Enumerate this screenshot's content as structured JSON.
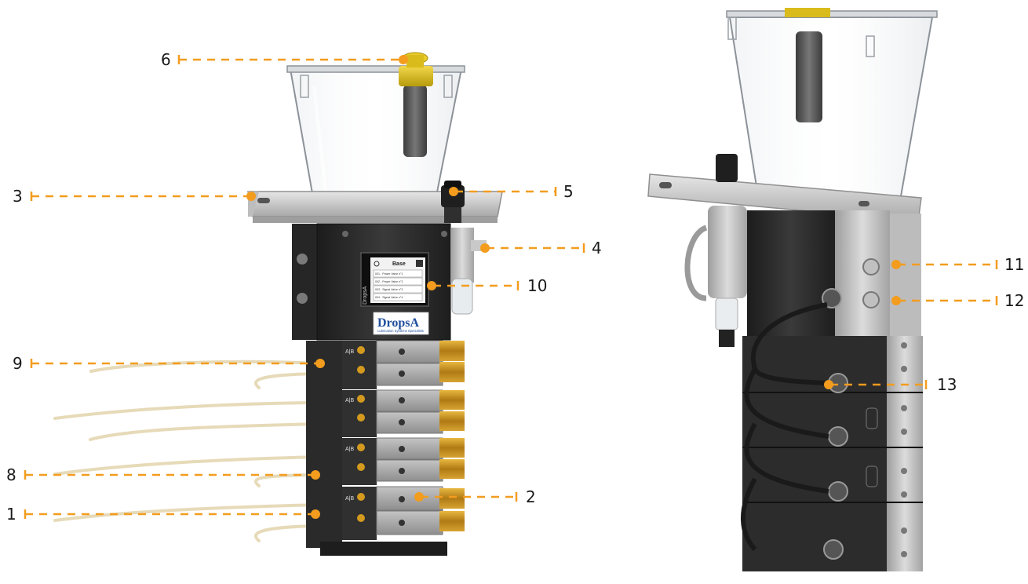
{
  "callouts": [
    {
      "id": "1",
      "label": "1"
    },
    {
      "id": "2",
      "label": "2"
    },
    {
      "id": "3",
      "label": "3"
    },
    {
      "id": "4",
      "label": "4"
    },
    {
      "id": "5",
      "label": "5"
    },
    {
      "id": "6",
      "label": "6"
    },
    {
      "id": "8",
      "label": "8"
    },
    {
      "id": "9",
      "label": "9"
    },
    {
      "id": "10",
      "label": "10"
    },
    {
      "id": "11",
      "label": "11"
    },
    {
      "id": "12",
      "label": "12"
    },
    {
      "id": "13",
      "label": "13"
    }
  ],
  "device": {
    "brand": "DropsA",
    "brand_tagline": "Lubrication Systems Specialists",
    "screen_brand": "DropsA",
    "screen_title": "Base",
    "screen_rows": [
      "001 - Power Valve n°1",
      "002 - Power Valve n°2",
      "003 - Signal Valve n°3",
      "004 - Signal Valve n°4"
    ],
    "valve_tag": "A|B"
  },
  "colors": {
    "callout": "#f39c1e",
    "body_dark": "#2b2b2b",
    "brass": "#c8901e",
    "valve_grey": "#a9a9a9",
    "cap_yellow": "#e2c21a",
    "hose": "#e9ddbd",
    "steel": "#c9c9c9",
    "logo_blue": "#1f4e9c"
  }
}
